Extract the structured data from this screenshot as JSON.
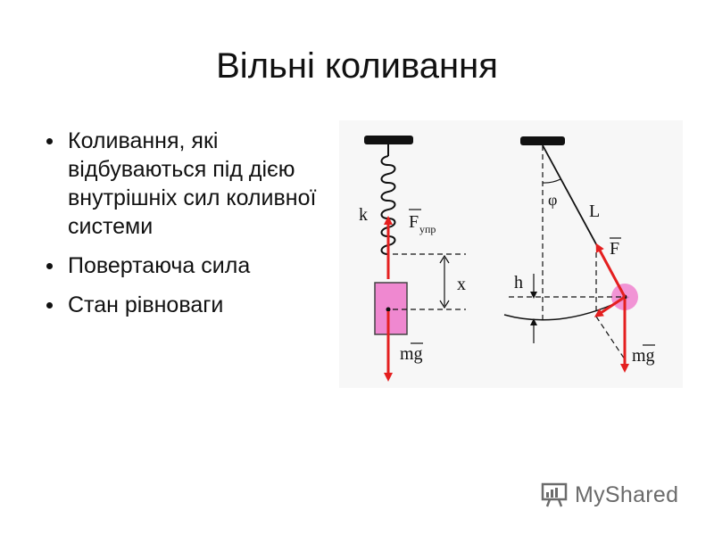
{
  "slide": {
    "title": "Вільні коливання",
    "bullets": [
      "Коливання, які відбуваються під дією внутрішніх сил коливної системи",
      "Повертаюча сила",
      "Стан рівноваги"
    ]
  },
  "figure": {
    "spring": {
      "k_label": "k",
      "force_label": "F",
      "force_subscript": "упр",
      "x_label": "x",
      "weight_label": "mg"
    },
    "pendulum": {
      "angle_label": "φ",
      "length_label": "L",
      "height_label": "h",
      "force_label": "F",
      "weight_label": "mg"
    }
  },
  "brand": {
    "name": "MyShared"
  },
  "colors": {
    "force": "#e41f1f",
    "mass": "#ef88d0",
    "line": "#111111"
  },
  "icons": [
    "presentation-board-icon"
  ]
}
